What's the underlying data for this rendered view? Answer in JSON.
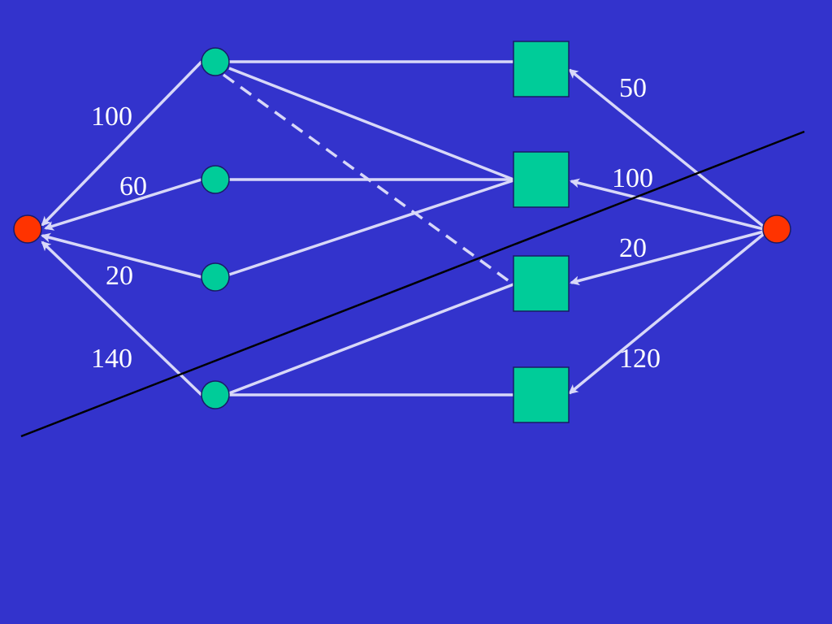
{
  "diagram": {
    "colors": {
      "background": "#3333cc",
      "edge": "#d8d8f8",
      "terminal_node": "#ff3300",
      "left_node": "#00cc99",
      "right_node": "#00cc99",
      "cut_line": "#000000",
      "label": "#ffffff"
    },
    "nodes": [
      {
        "id": "sink",
        "shape": "circle",
        "kind": "terminal"
      },
      {
        "id": "source",
        "shape": "circle",
        "kind": "terminal"
      },
      {
        "id": "L1",
        "shape": "circle",
        "kind": "left"
      },
      {
        "id": "L2",
        "shape": "circle",
        "kind": "left"
      },
      {
        "id": "L3",
        "shape": "circle",
        "kind": "left"
      },
      {
        "id": "L4",
        "shape": "circle",
        "kind": "left"
      },
      {
        "id": "R1",
        "shape": "square",
        "kind": "right"
      },
      {
        "id": "R2",
        "shape": "square",
        "kind": "right"
      },
      {
        "id": "R3",
        "shape": "square",
        "kind": "right"
      },
      {
        "id": "R4",
        "shape": "square",
        "kind": "right"
      }
    ],
    "edges": [
      {
        "from": "L1",
        "to": "sink",
        "label": "100",
        "arrow": true
      },
      {
        "from": "L2",
        "to": "sink",
        "label": "60",
        "arrow": true
      },
      {
        "from": "L3",
        "to": "sink",
        "label": "20",
        "arrow": true
      },
      {
        "from": "L4",
        "to": "sink",
        "label": "140",
        "arrow": true
      },
      {
        "from": "source",
        "to": "R1",
        "label": "50",
        "arrow": true
      },
      {
        "from": "source",
        "to": "R2",
        "label": "100",
        "arrow": true
      },
      {
        "from": "source",
        "to": "R3",
        "label": "20",
        "arrow": true
      },
      {
        "from": "source",
        "to": "R4",
        "label": "120",
        "arrow": true
      },
      {
        "from": "L1",
        "to": "R1",
        "arrow": false
      },
      {
        "from": "L1",
        "to": "R2",
        "arrow": false
      },
      {
        "from": "L1",
        "to": "R3",
        "arrow": false,
        "dashed": true
      },
      {
        "from": "L2",
        "to": "R2",
        "arrow": false
      },
      {
        "from": "L3",
        "to": "R2",
        "arrow": false
      },
      {
        "from": "L4",
        "to": "R3",
        "arrow": false
      },
      {
        "from": "L4",
        "to": "R4",
        "arrow": false
      }
    ],
    "cut_line": true
  }
}
